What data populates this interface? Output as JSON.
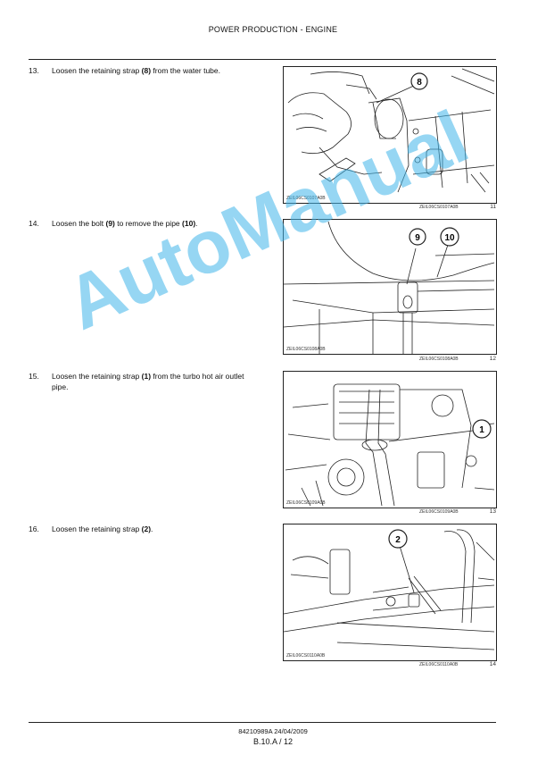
{
  "header": {
    "title": "POWER PRODUCTION - ENGINE"
  },
  "steps": [
    {
      "number": "13.",
      "parts": [
        "Loosen the retaining strap ",
        "(8)",
        " from the water tube.",
        "",
        ""
      ],
      "figure": {
        "callouts": [
          "8"
        ],
        "code_inside": "ZEIL06CS0107A0B",
        "code": "ZEIL06CS0107A0B",
        "number": "11"
      }
    },
    {
      "number": "14.",
      "parts": [
        "Loosen the bolt ",
        "(9)",
        " to remove the pipe ",
        "(10)",
        "."
      ],
      "figure": {
        "callouts": [
          "9",
          "10"
        ],
        "code_inside": "ZEIL06CS0108A0B",
        "code": "ZEIL06CS0108A0B",
        "number": "12"
      }
    },
    {
      "number": "15.",
      "parts": [
        "Loosen the retaining strap ",
        "(1)",
        " from the turbo hot air outlet pipe.",
        "",
        ""
      ],
      "figure": {
        "callouts": [
          "1"
        ],
        "code_inside": "ZEIL06CS0109A0B",
        "code": "ZEIL06CS0109A0B",
        "number": "13"
      }
    },
    {
      "number": "16.",
      "parts": [
        "Loosen the retaining strap ",
        "(2)",
        ".",
        "",
        ""
      ],
      "figure": {
        "callouts": [
          "2"
        ],
        "code_inside": "ZEIL06CS0110A0B",
        "code": "ZEIL06CS0110A0B",
        "number": "14"
      }
    }
  ],
  "watermark": "AutoManual",
  "footer": {
    "doc": "84210989A 24/04/2009",
    "page": "B.10.A / 12"
  }
}
